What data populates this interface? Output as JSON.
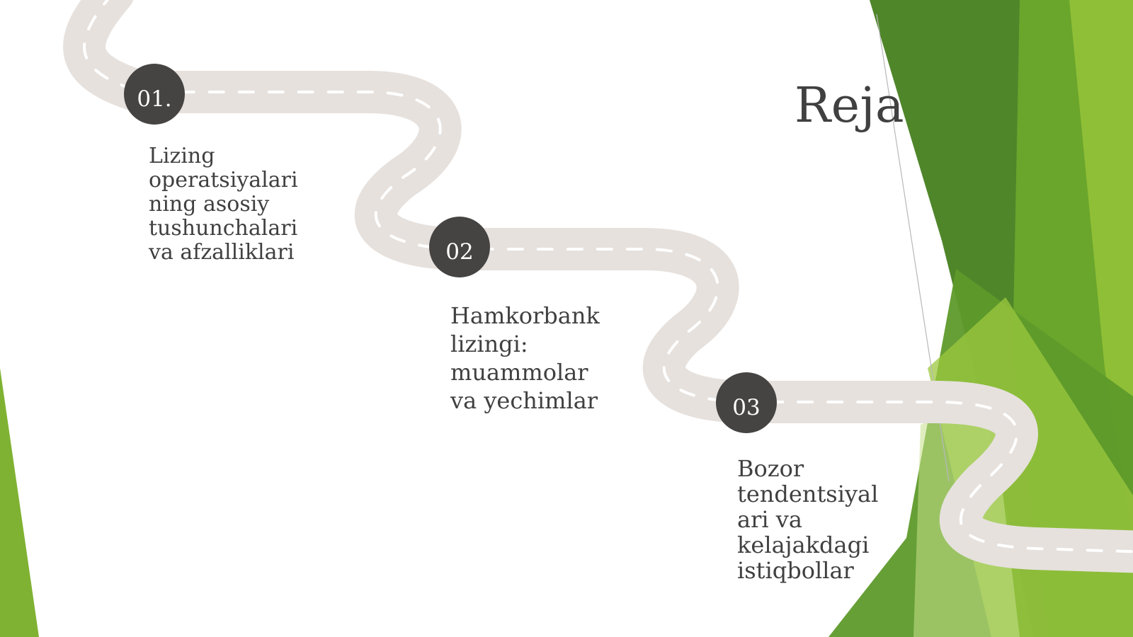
{
  "slide": {
    "title": "Reja"
  },
  "steps": [
    {
      "number": "01.",
      "text": "Lizing\noperatsiyalari\nning asosiy\ntushunchalari\nva afzalliklari"
    },
    {
      "number": "02",
      "text": "Hamkorbank\nlizingi:\nmuammolar\nva yechimlar"
    },
    {
      "number": "03",
      "text": "Bozor\ntendentsiyal\nari va\nkelajakdagi\nistiqbollar"
    }
  ],
  "colors": {
    "accent_green": "#6aa52c",
    "dark_green": "#4f862a",
    "light_green": "#9cc83f",
    "road": "#e6e1dd",
    "marker": "#454443",
    "text": "#404040"
  },
  "icons": {
    "road": "winding-road-graphic"
  }
}
